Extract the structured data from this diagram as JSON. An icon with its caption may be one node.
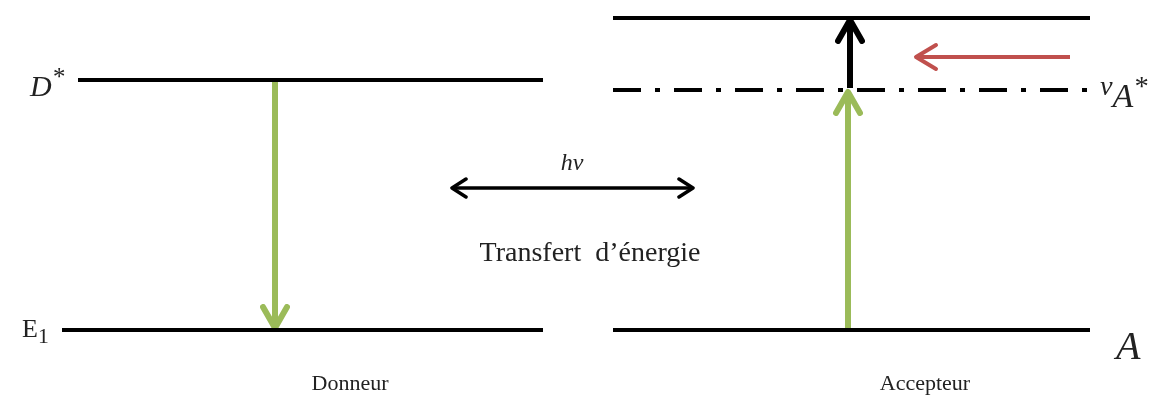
{
  "diagram": {
    "nodes": [
      {
        "text": [],
        "shape": "bar",
        "beside": [
          "D$^{*}$"
        ]
      },
      {
        "text": [],
        "shape": "bar",
        "beside": [
          "E$_{1}$"
        ]
      },
      {
        "text": [],
        "shape": "bar"
      },
      {
        "text": [],
        "shape": "bar",
        "beside": [
          "$^{v}$A$^{*}$"
        ]
      },
      {
        "text": [],
        "shape": "bar",
        "beside": [
          "A"
        ]
      }
    ],
    "edges": [
      {
        "from": 0,
        "to": 1,
        "arrow": "to"
      },
      {
        "from": 4,
        "to": 3,
        "arrow": "to"
      },
      {
        "from": 3,
        "to": 2,
        "arrow": "to",
        "color": "#000000"
      }
    ],
    "labels": [
      "hv",
      "Transfert  d’énergie",
      "Donneur",
      "Accepteur"
    ]
  }
}
